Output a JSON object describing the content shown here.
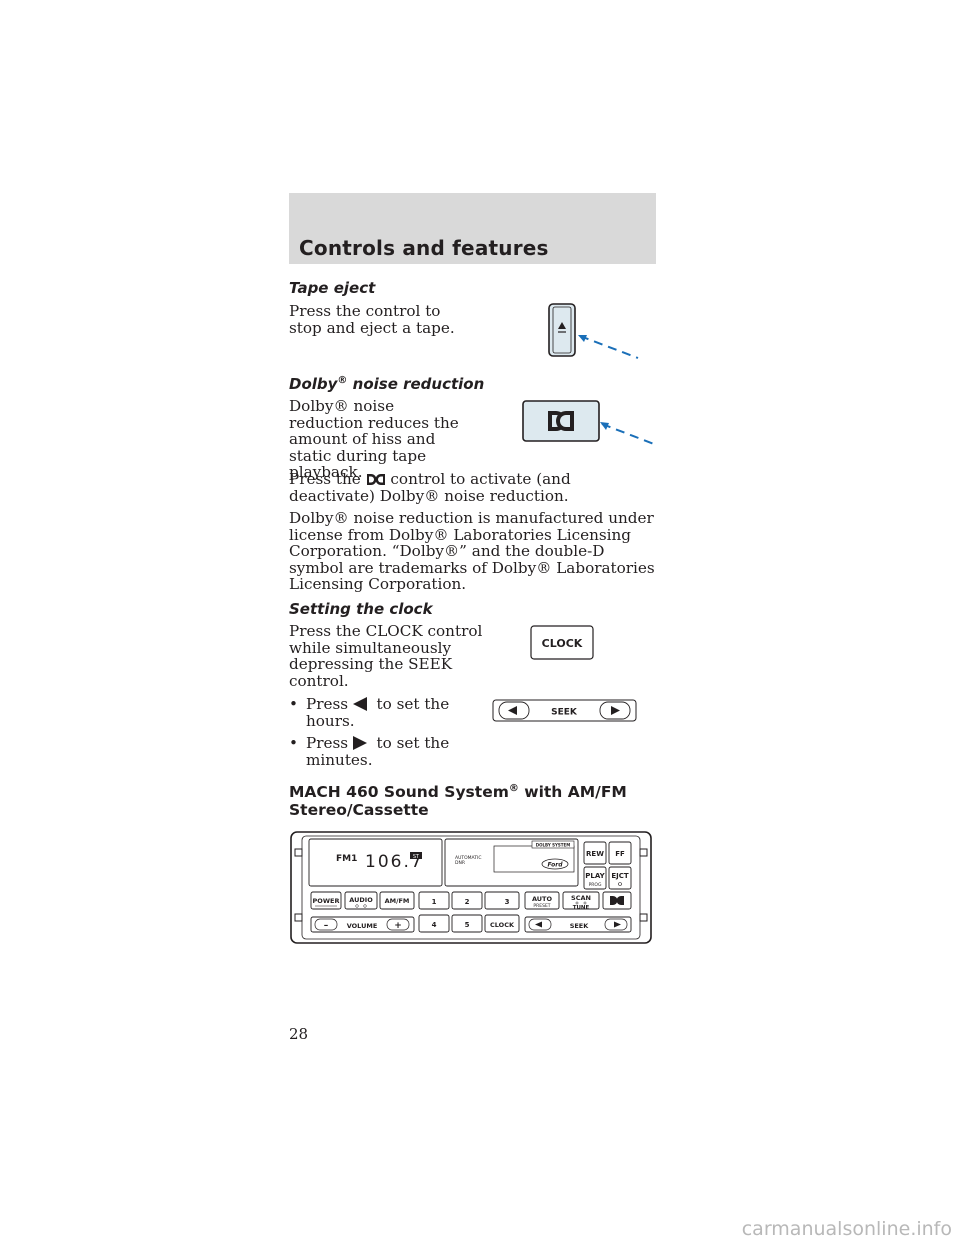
{
  "header": {
    "title": "Controls and features"
  },
  "tape_eject": {
    "heading": "Tape eject",
    "body": "Press the control to stop and eject a tape."
  },
  "dolby": {
    "heading": "Dolby",
    "heading_mark": "®",
    "heading_rest": "noise reduction",
    "para1": "Dolby® noise reduction reduces the amount of hiss and static during tape playback.",
    "para2_a": "Press the",
    "para2_b": "control to activate (and deactivate) Dolby® noise reduction.",
    "para3": "Dolby® noise reduction is manufactured under license from Dolby® Laboratories Licensing Corporation. “Dolby®” and the double-D symbol are trademarks of Dolby® Laboratories Licensing Corporation."
  },
  "clock": {
    "heading": "Setting the clock",
    "body": "Press the CLOCK control while simultaneously depressing the SEEK control.",
    "bullet1_a": "Press",
    "bullet1_b": "to set the hours.",
    "bullet2_a": "Press",
    "bullet2_b": "to set the minutes.",
    "clock_button_label": "CLOCK",
    "seek_label": "SEEK"
  },
  "mach": {
    "heading_a": "MACH 460 Sound System",
    "heading_mark": "®",
    "heading_b": "with AM/FM Stereo/Cassette"
  },
  "radio": {
    "band": "FM1",
    "frequency": "106.7",
    "stereo": "ST",
    "automatic": "AUTOMATIC",
    "dnr": "DNR",
    "dolby_system": "DOLBY SYSTEM",
    "brand": "Ford",
    "rew": "REW",
    "ff": "FF",
    "play": "PLAY",
    "prog": "PROG",
    "ejct": "EJCT",
    "power": "POWER",
    "audio": "AUDIO",
    "amfm": "AM/FM",
    "p1": "1",
    "p2": "2",
    "p3": "3",
    "p4": "4",
    "p5": "5",
    "auto": "AUTO",
    "preset": "PRESET",
    "scan": "SCAN",
    "tune": "TUNE",
    "clock": "CLOCK",
    "volume": "VOLUME",
    "minus": "–",
    "plus": "+",
    "seek": "SEEK"
  },
  "page_number": "28",
  "watermark": "carmanualsonline.info",
  "colors": {
    "header_band": "#d9d9d9",
    "dolby_button": "#dde9ef",
    "eject_button": "#dde9ef",
    "callout": "#1a6fb8"
  }
}
